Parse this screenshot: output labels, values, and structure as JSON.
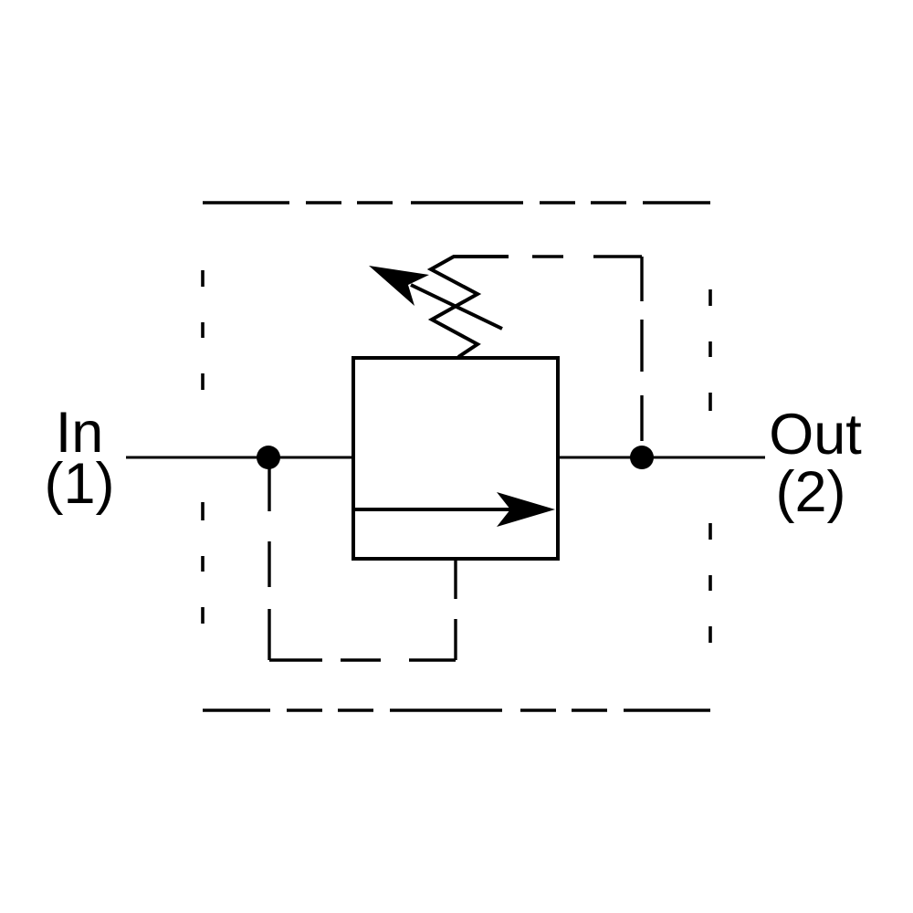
{
  "schematic": {
    "left_port": {
      "label": "In",
      "number": "(1)"
    },
    "right_port": {
      "label": "Out",
      "number": "(2)"
    },
    "colors": {
      "ink": "#000000",
      "background": "#ffffff"
    }
  }
}
